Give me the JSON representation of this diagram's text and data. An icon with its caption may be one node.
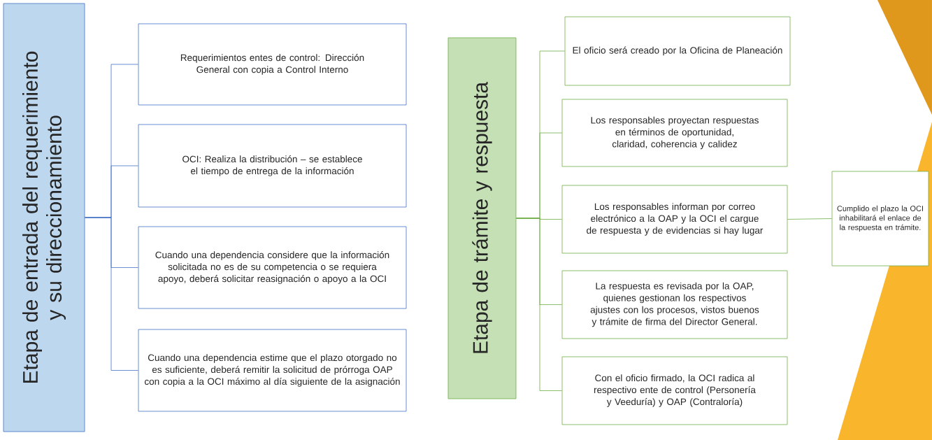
{
  "diagram": {
    "nodes": [
      {
        "text": [
          "Etapa de entrada del requerimiento y su direccionamiento"
        ]
      },
      {
        "text": [
          "Requerimientos entes de control: Dirección General con copia a Control Interno"
        ]
      },
      {
        "text": [
          "OCI: Realiza la distribución – se establece el tiempo de entrega de la información"
        ]
      },
      {
        "text": [
          "Cuando una dependencia considere que la información solicitada no es de su competencia o se requiera apoyo, deberá solicitar reasignación o apoyo a la OCI"
        ]
      },
      {
        "text": [
          "Cuando una dependencia estime que el plazo otorgado no es suficiente, deberá remitir la solicitud de prórroga OAP con copia a la OCI máximo al día siguiente de la asignación"
        ]
      },
      {
        "text": [
          "Etapa de trámite y respuesta"
        ]
      },
      {
        "text": [
          "El oficio será creado por la Oficina de Planeación"
        ]
      },
      {
        "text": [
          "Los responsables proyectan respuestas en términos de oportunidad, claridad, coherencia y calidez"
        ]
      },
      {
        "text": [
          "Los responsables informan por correo electrónico a la OAP y la OCI el cargue de respuesta y de evidencias si hay lugar"
        ]
      },
      {
        "text": [
          "La respuesta es revisada por la OAP, quienes gestionan los respectivos ajustes con los procesos, vistos buenos y trámite de firma del Director General."
        ]
      },
      {
        "text": [
          "Con el oficio firmado, la OCI radica al respectivo ente de control (Personería y Veeduría) y OAP (Contraloría)"
        ]
      },
      {
        "text": [
          "Cumplido el plazo la OCI inhabilitará el enlace de la respuesta en trámite."
        ]
      }
    ],
    "edges": [
      {
        "from": 0,
        "to": 1,
        "arrow": "none",
        "color": "#4472c4"
      },
      {
        "from": 0,
        "to": 2,
        "arrow": "none",
        "color": "#4472c4"
      },
      {
        "from": 0,
        "to": 3,
        "arrow": "none",
        "color": "#4472c4"
      },
      {
        "from": 0,
        "to": 4,
        "arrow": "none",
        "color": "#4472c4"
      },
      {
        "from": 5,
        "to": 6,
        "arrow": "none"
      },
      {
        "from": 5,
        "to": 7,
        "arrow": "none"
      },
      {
        "from": 5,
        "to": 8,
        "arrow": "none"
      },
      {
        "from": 5,
        "to": 9,
        "arrow": "none"
      },
      {
        "from": 5,
        "to": 10,
        "arrow": "none"
      },
      {
        "from": 8,
        "to": 11,
        "arrow": "none"
      }
    ]
  }
}
